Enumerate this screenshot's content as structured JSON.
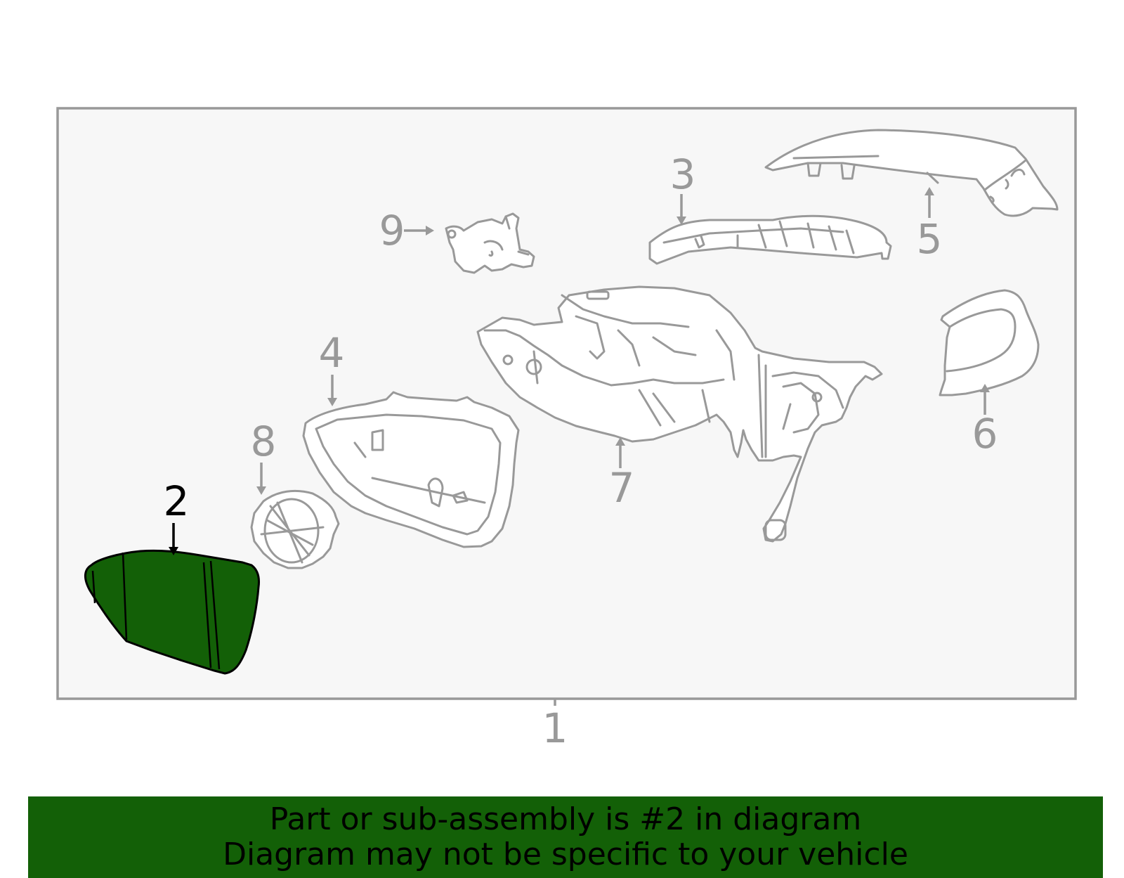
{
  "diagram": {
    "callouts": {
      "c1": "1",
      "c2": "2",
      "c3": "3",
      "c4": "4",
      "c5": "5",
      "c6": "6",
      "c7": "7",
      "c8": "8",
      "c9": "9"
    },
    "highlighted_part": "2",
    "colors": {
      "highlight_fill": "#136007",
      "frame_stroke": "#999999",
      "frame_background": "#f7f7f7",
      "inactive_line": "#999999",
      "active_line": "#000000"
    }
  },
  "banner": {
    "line1": "Part or sub-assembly is #2 in diagram",
    "line2": "Diagram may not be specific to your vehicle",
    "background": "#136007"
  }
}
